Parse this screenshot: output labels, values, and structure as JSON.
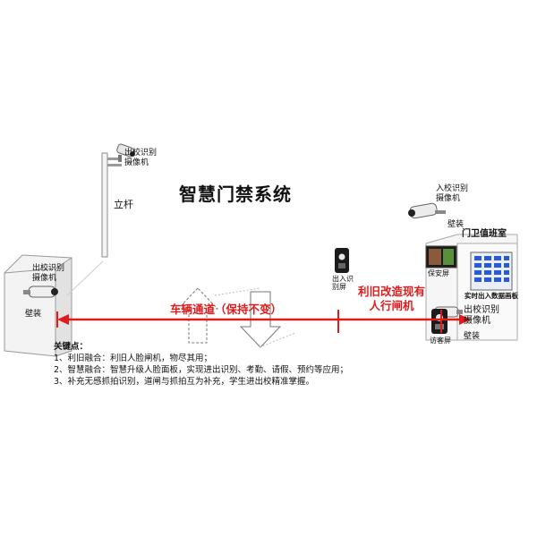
{
  "title": "智慧门禁系统",
  "labels": {
    "camera_top": "出校识别\n摄像机",
    "pole": "立杆",
    "camera_left": "出校识别\n摄像机",
    "wall_mount_left": "壁装",
    "lane": "车辆通道（保持不变）",
    "reuse_line1": "利旧改造现有",
    "reuse_line2": "人行闸机",
    "id_screen": "出入识\n别屏",
    "camera_right_top": "入校识别\n摄像机",
    "wall_mount_right_top": "壁装",
    "guard_room": "门卫值班室",
    "security_screen": "保安屏",
    "data_panel": "实时出入数据画板",
    "visitor_screen": "访客屏",
    "camera_right": "出校识别\n摄像机",
    "wall_mount_right": "壁装"
  },
  "notes": {
    "heading": "关键点：",
    "items": [
      "1、利旧融合：利旧人脸闸机，物尽其用；",
      "2、智慧融合：智慧升级人脸面板，实现进出识别、考勤、请假、预约等应用；",
      "3、补充无感抓拍识别，道闸与抓拍互为补充，学生进出校精准掌握。"
    ]
  },
  "colors": {
    "arrow": "#e01b1b",
    "panel_blue": "#2a5bd7",
    "dark": "#1b1b1b"
  }
}
